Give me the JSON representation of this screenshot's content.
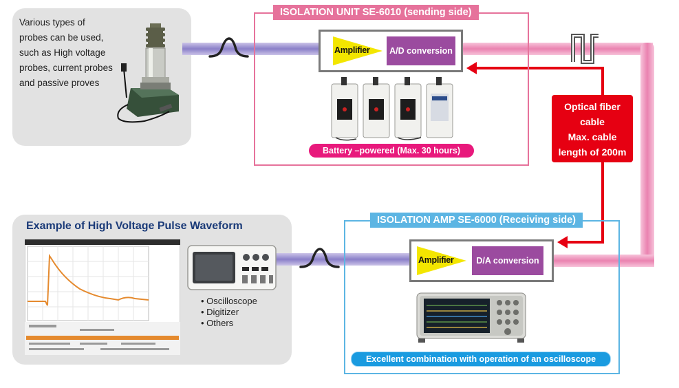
{
  "probes": {
    "lines": [
      "Various types of",
      "probes can be used,",
      "such as High voltage",
      "probes, current probes",
      "and passive proves"
    ]
  },
  "sending_unit": {
    "title": "ISOLATION UNIT SE-6010 (sending side)",
    "amplifier_label": "Amplifier",
    "conversion_label": "A/D conversion",
    "battery_label": "Battery –powered (Max. 30 hours)"
  },
  "fiber": {
    "lines": [
      "Optical fiber",
      "cable",
      "Max. cable",
      "length of 200m"
    ]
  },
  "receiving_unit": {
    "title": "ISOLATION AMP SE-6000 (Receiving side)",
    "amplifier_label": "Amplifier",
    "conversion_label": "D/A conversion",
    "combination_label": "Excellent combination with operation of an oscilloscope"
  },
  "waveform": {
    "title": "Example of High Voltage Pulse Waveform"
  },
  "outputs": {
    "items": [
      "• Oscilloscope",
      "• Digitizer",
      "• Others"
    ]
  },
  "colors": {
    "pink_frame": "#e6729b",
    "blue_frame": "#5cb5e3",
    "fiber_red": "#e60012",
    "conversion_purple": "#9b4b9f",
    "amplifier_yellow": "#f3e600",
    "battery_pill": "#e8197c",
    "combination_pill": "#1a9be0",
    "panel_gray": "#e2e2e2",
    "title_blue": "#1a3a78"
  },
  "icons": [
    "hv-probe-icon",
    "isolation-unit-icon",
    "oscilloscope-icon",
    "isolation-amp-icon",
    "waveform-screen-icon",
    "pulse-icon",
    "digital-signal-icon"
  ]
}
